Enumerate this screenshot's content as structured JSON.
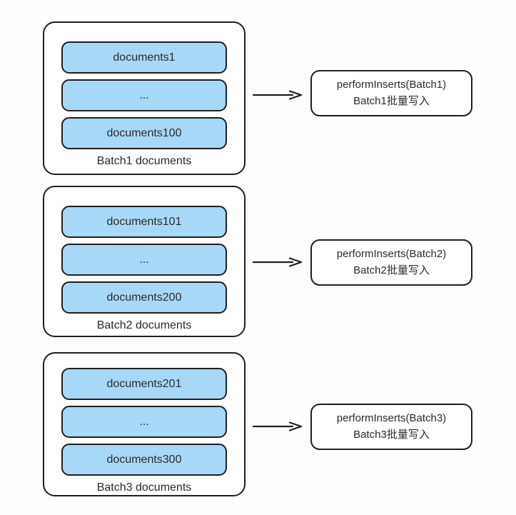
{
  "diagram": {
    "background": "#fdfdfd",
    "colors": {
      "pill_fill": "#a8d8f8",
      "stroke": "#1f1f1f",
      "text": "#2b2b2b",
      "box_fill": "#ffffff"
    },
    "batches": [
      {
        "docs": [
          "documents1",
          "...",
          "documents100"
        ],
        "label": "Batch1 documents",
        "action_line1": "performInserts(Batch1)",
        "action_line2": "Batch1批量写入"
      },
      {
        "docs": [
          "documents101",
          "...",
          "documents200"
        ],
        "label": "Batch2 documents",
        "action_line1": "performInserts(Batch2)",
        "action_line2": "Batch2批量写入"
      },
      {
        "docs": [
          "documents201",
          "...",
          "documents300"
        ],
        "label": "Batch3 documents",
        "action_line1": "performInserts(Batch3)",
        "action_line2": "Batch3批量写入"
      }
    ]
  }
}
